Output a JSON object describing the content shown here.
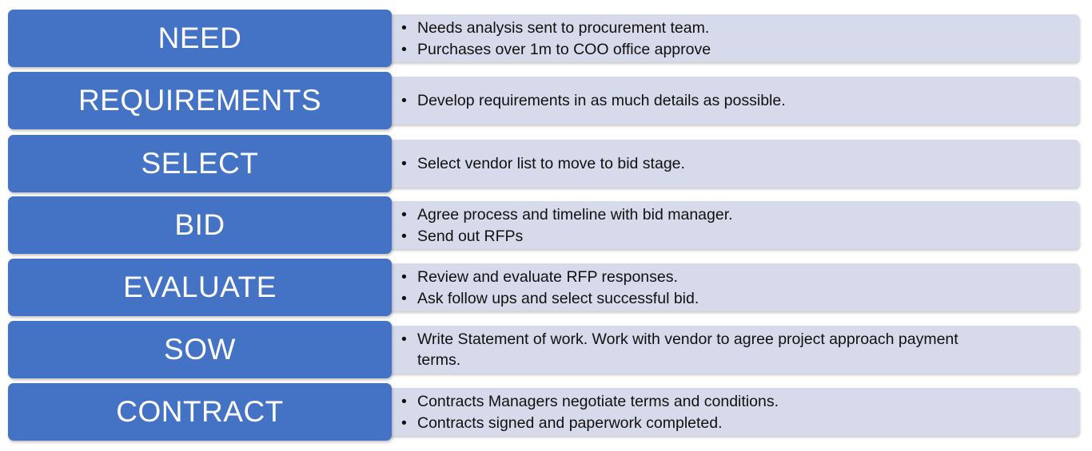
{
  "stages": [
    {
      "label": "NEED",
      "bullets": [
        "Needs analysis sent to procurement team.",
        "Purchases over 1m to COO office approve"
      ]
    },
    {
      "label": "REQUIREMENTS",
      "bullets": [
        "Develop requirements in as much details as possible."
      ]
    },
    {
      "label": "SELECT",
      "bullets": [
        "Select vendor list to move to bid stage."
      ]
    },
    {
      "label": "BID",
      "bullets": [
        "Agree process and timeline with bid manager.",
        "Send out RFPs"
      ]
    },
    {
      "label": "EVALUATE",
      "bullets": [
        "Review and evaluate RFP responses.",
        "Ask follow ups and select successful bid."
      ]
    },
    {
      "label": "SOW",
      "bullets": [
        "Write Statement of work. Work with vendor to agree project approach payment terms."
      ]
    },
    {
      "label": "CONTRACT",
      "bullets": [
        "Contracts Managers negotiate terms and conditions.",
        "Contracts signed and paperwork completed."
      ]
    }
  ],
  "colors": {
    "stage_fill": "#4472c4",
    "detail_fill": "#d6daea",
    "stage_text": "#ffffff",
    "detail_text": "#111111"
  }
}
